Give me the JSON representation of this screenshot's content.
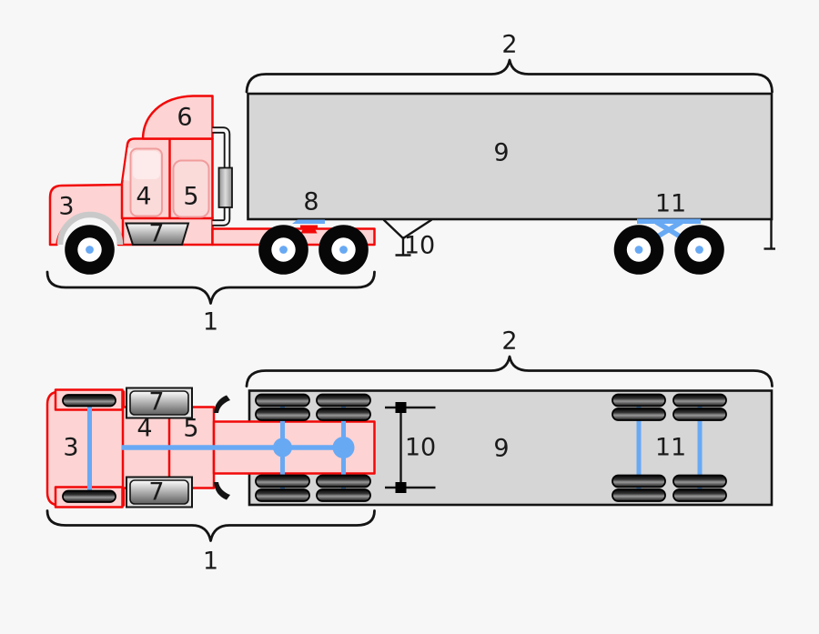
{
  "diagram_title": "semi-trailer-truck-parts-diagram",
  "colors": {
    "background": "#f7f7f7",
    "tractor_outline_red": "#f20808",
    "tractor_body_pink": "#fdd3d3",
    "window_pink": "#fbdada",
    "glass_highlight_pink": "#fdeaea",
    "trailer_gray": "#d6d6d6",
    "axle_blue": "#68a9f4",
    "outline_black": "#141414",
    "fender_gray": "#c9c9c9"
  },
  "labels": {
    "tractor_unit": "1",
    "trailer_unit": "2",
    "hood": "3",
    "cab": "4",
    "sleeper": "5",
    "roof_fairing": "6",
    "fuel_tank": "7",
    "fifth_wheel": "8",
    "trailer_body": "9",
    "landing_gear": "10",
    "trailer_axles": "11"
  },
  "views": {
    "side_view": "side elevation",
    "top_view": "plan view"
  }
}
